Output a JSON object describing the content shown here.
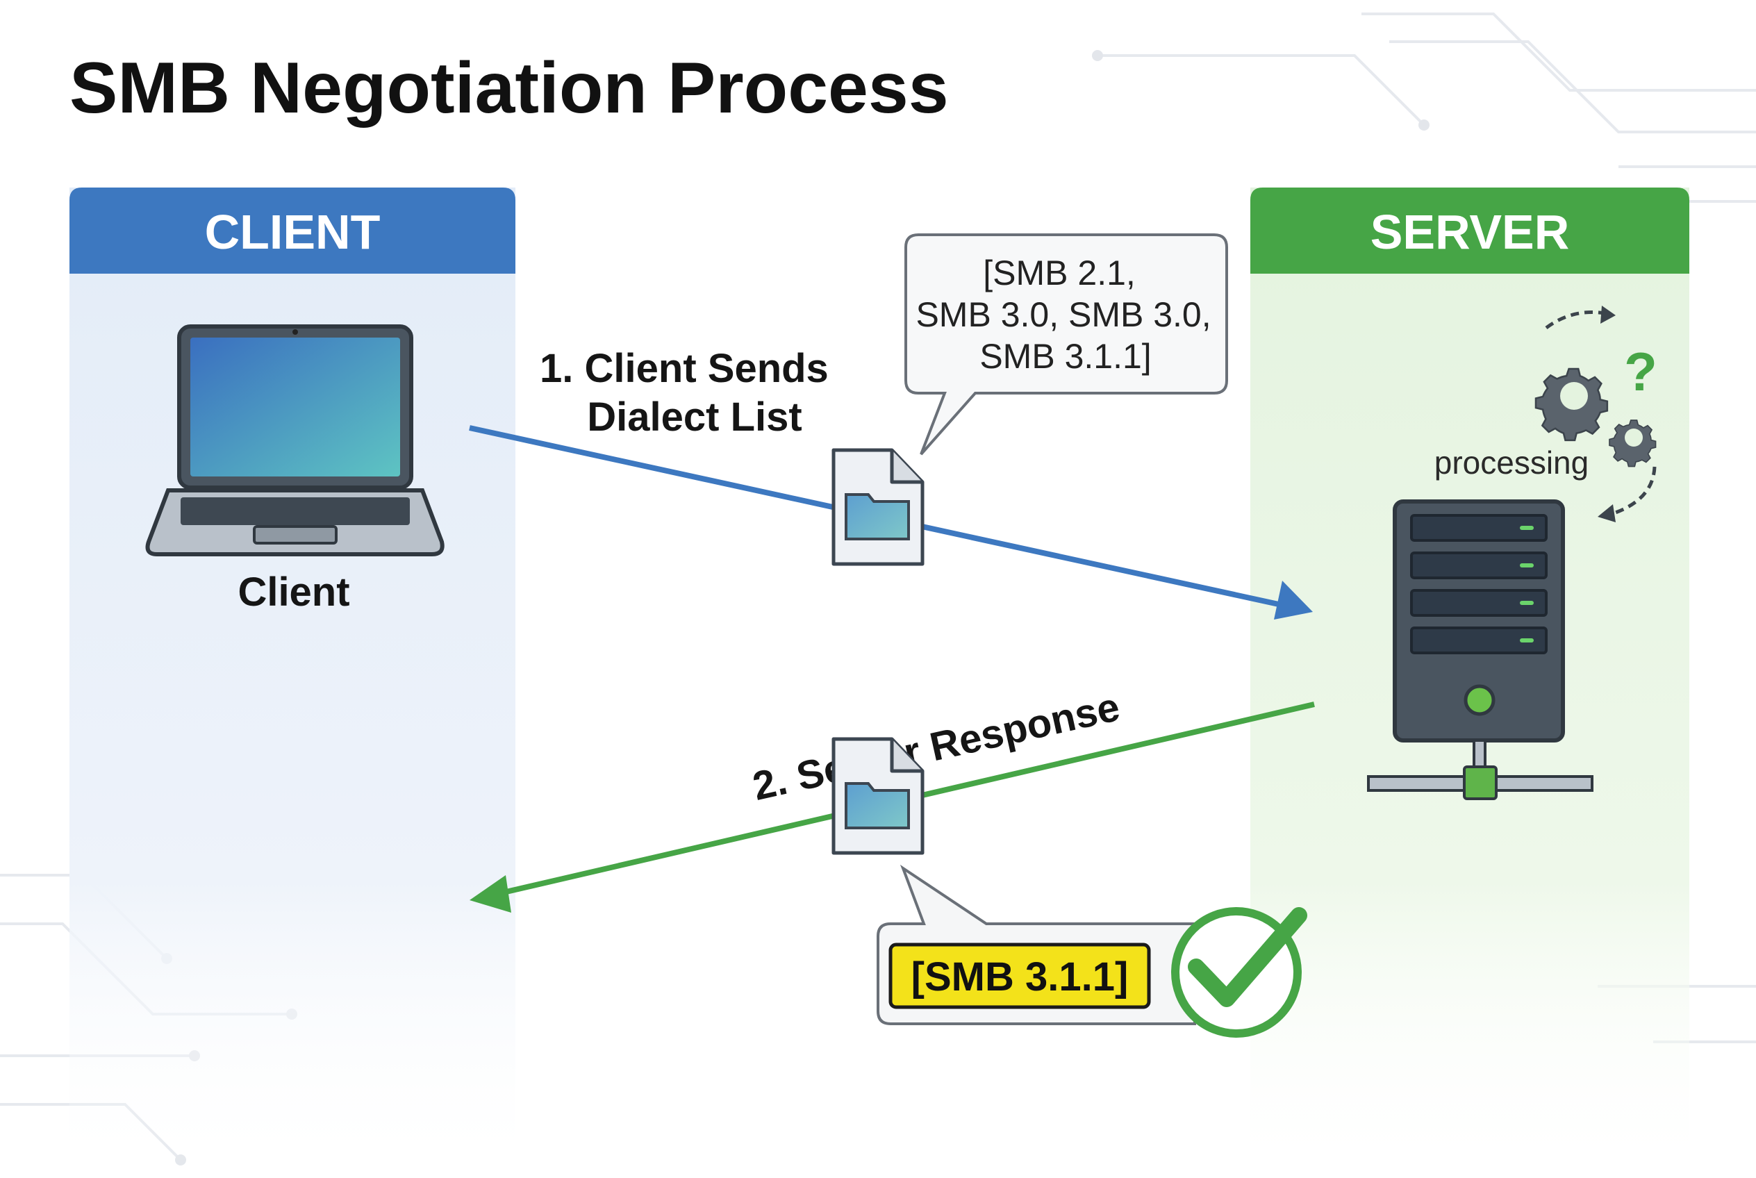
{
  "title": "SMB Negotiation Process",
  "client": {
    "header": "CLIENT",
    "device_label": "Client",
    "device_icon": "laptop-icon",
    "color": "#3d78c0"
  },
  "server": {
    "header": "SERVER",
    "status_text": "processing",
    "device_icon": "server-icon",
    "status_icon": "gears-question-icon",
    "color": "#46a546"
  },
  "steps": [
    {
      "label_lines": [
        "1. Client Sends",
        "Dialect List"
      ],
      "direction": "client-to-server",
      "payload_icon": "document-folder-icon",
      "bubble_lines": [
        "[SMB 2.1,",
        "SMB 3.0, SMB 3.0,",
        "SMB 3.1.1]"
      ]
    },
    {
      "label_lines": [
        "2. Server Response"
      ],
      "direction": "server-to-client",
      "payload_icon": "document-folder-icon",
      "result": "[SMB 3.1.1]",
      "result_icon": "checkmark-circle-icon",
      "highlight_color": "#f3e21a"
    }
  ]
}
